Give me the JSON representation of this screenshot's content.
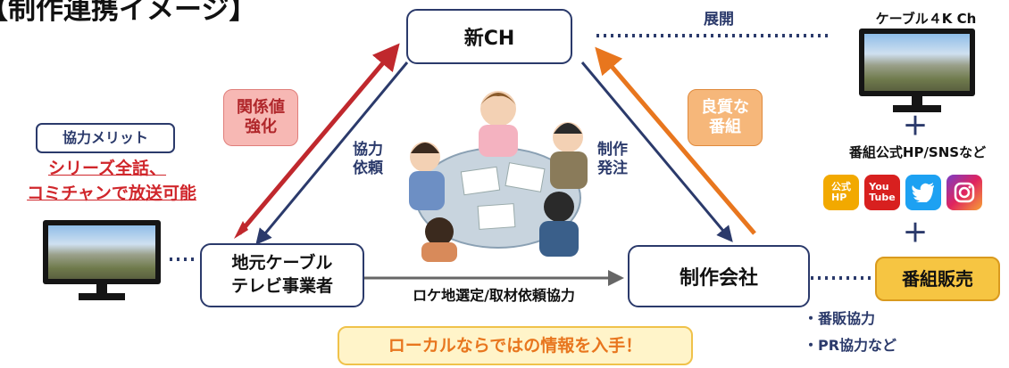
{
  "title": "【制作連携イメージ】",
  "nodes": {
    "new_ch": "新CH",
    "local_cable": "地元ケーブル\nテレビ事業者",
    "production": "制作会社"
  },
  "arrows": {
    "strengthen_value": "関係値\n強化",
    "cooperation_request": "協力\n依頼",
    "production_order": "制作\n発注",
    "quality_program": "良質な\n番組",
    "location_support": "ロケ地選定/取材依頼協力",
    "expansion": "展開"
  },
  "merit": {
    "badge": "協力メリット",
    "line1": "シリーズ全話、",
    "line2": "コミチャンで放送可能"
  },
  "right_panel": {
    "cable_4k": "ケーブル４K Ch",
    "plus1": "＋",
    "official": "番組公式HP/SNSなど",
    "official_icon_label": "公式\nHP",
    "youtube_icon_label": "You\nTube",
    "plus2": "＋",
    "sales": "番組販売",
    "bullet1": "・番販協力",
    "bullet2": "・PR協力など"
  },
  "footer_banner": "ローカルならではの情報を入手！",
  "colors": {
    "navy": "#2b3a6b",
    "red": "#c0282d",
    "orange": "#e8761e",
    "pink_box": "#f7b8b4",
    "orange_box": "#f6b77a",
    "yellow": "#f6c542",
    "cream": "#fff4c9"
  },
  "icons": [
    "tv-icon",
    "meeting-illustration-icon",
    "official-hp-icon",
    "youtube-icon",
    "twitter-icon",
    "instagram-icon"
  ]
}
